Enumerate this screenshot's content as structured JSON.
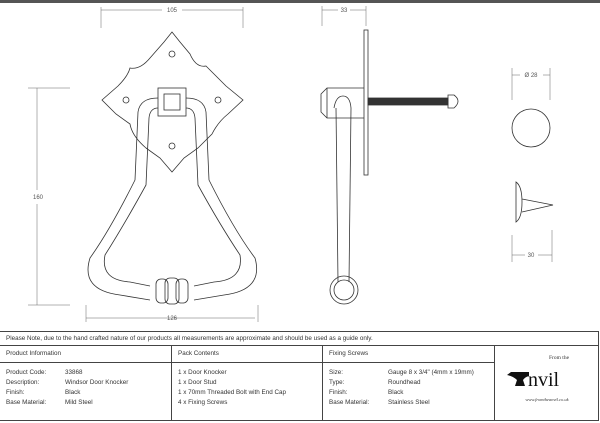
{
  "dimensions": {
    "width_top": "105",
    "depth": "33",
    "height": "160",
    "width_bottom": "126",
    "stud_diameter": "Ø 28",
    "stud_length": "30"
  },
  "note": "Please Note, due to the hand crafted nature of our products all measurements are approximate and should be used as a guide only.",
  "product_information": {
    "title": "Product Information",
    "rows": [
      {
        "label": "Product Code:",
        "value": "33868"
      },
      {
        "label": "Description:",
        "value": "Windsor Door Knocker"
      },
      {
        "label": "Finish:",
        "value": "Black"
      },
      {
        "label": "Base Material:",
        "value": "Mild Steel"
      }
    ]
  },
  "pack_contents": {
    "title": "Pack Contents",
    "items": [
      "1 x Door Knocker",
      "1 x Door Stud",
      "1 x 70mm Threaded Bolt with End Cap",
      "4 x Fixing Screws"
    ]
  },
  "fixing_screws": {
    "title": "Fixing Screws",
    "rows": [
      {
        "label": "Size:",
        "value": "Gauge 8 x 3/4\" (4mm x 19mm)"
      },
      {
        "label": "Type:",
        "value": "Roundhead"
      },
      {
        "label": "Finish:",
        "value": "Black"
      },
      {
        "label": "Base Material:",
        "value": "Stainless Steel"
      }
    ]
  },
  "logo": {
    "prefix": "From the",
    "name": "Anvil",
    "url": "www.fromtheanvil.co.uk"
  }
}
